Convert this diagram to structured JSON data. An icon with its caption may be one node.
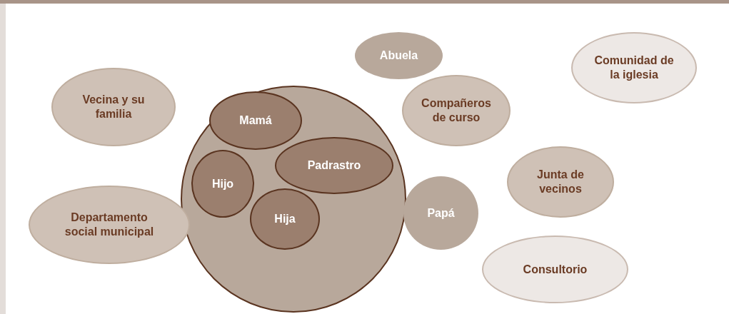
{
  "diagram": {
    "nodes": [
      {
        "text": [
          "Abuela"
        ]
      },
      {
        "text": [
          "Comunidad de la iglesia"
        ]
      },
      {
        "text": [
          "Vecina y su familia"
        ]
      },
      {
        "text": [],
        "shape": "circle"
      },
      {
        "text": [
          "Mamá"
        ],
        "in": 3
      },
      {
        "text": [
          "Compañeros de curso"
        ]
      },
      {
        "text": [
          "Padrastro"
        ],
        "in": 3
      },
      {
        "text": [
          "Hijo"
        ],
        "in": 3
      },
      {
        "text": [
          "Junta de vecinos"
        ]
      },
      {
        "text": [
          "Papá"
        ]
      },
      {
        "text": [
          "Hija"
        ],
        "in": 3
      },
      {
        "text": [
          "Departamento social municipal"
        ]
      },
      {
        "text": [
          "Consultorio"
        ]
      }
    ]
  }
}
